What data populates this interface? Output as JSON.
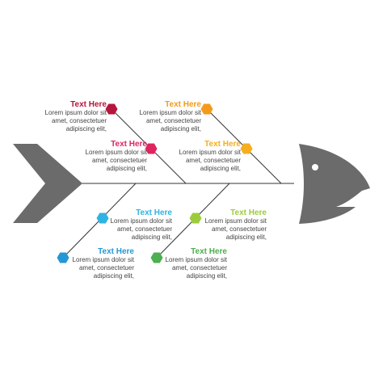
{
  "colors": {
    "fish": "#6b6b6b",
    "bone": "#333333",
    "eye": "#ffffff"
  },
  "causes": [
    {
      "title": "Text Here",
      "text": "Lorem ipsum dolor sit\namet, consectetuer\nadipiscing elit,",
      "color": "#b5163c"
    },
    {
      "title": "Text Here",
      "text": "Lorem ipsum dolor sit\namet, consectetuer\nadipiscing elit,",
      "color": "#f39a1b"
    },
    {
      "title": "Text Here",
      "text": "Lorem ipsum dolor sit\namet, consectetuer\nadipiscing elit,",
      "color": "#e0245e"
    },
    {
      "title": "Text Here",
      "text": "Lorem ipsum dolor sit\namet, consectetuer\nadipiscing elit,",
      "color": "#f6ae1c"
    },
    {
      "title": "Text Here",
      "text": "Lorem ipsum dolor sit\namet, consectetuer\nadipiscing elit,",
      "color": "#2fb3e3"
    },
    {
      "title": "Text Here",
      "text": "Lorem ipsum dolor sit\namet, consectetuer\nadipiscing elit,",
      "color": "#9ccc3c"
    },
    {
      "title": "Text Here",
      "text": "Lorem ipsum dolor sit\namet, consectetuer\nadipiscing elit,",
      "color": "#2597d4"
    },
    {
      "title": "Text Here",
      "text": "Lorem ipsum dolor sit\namet, consectetuer\nadipiscing elit,",
      "color": "#4caf50"
    }
  ]
}
